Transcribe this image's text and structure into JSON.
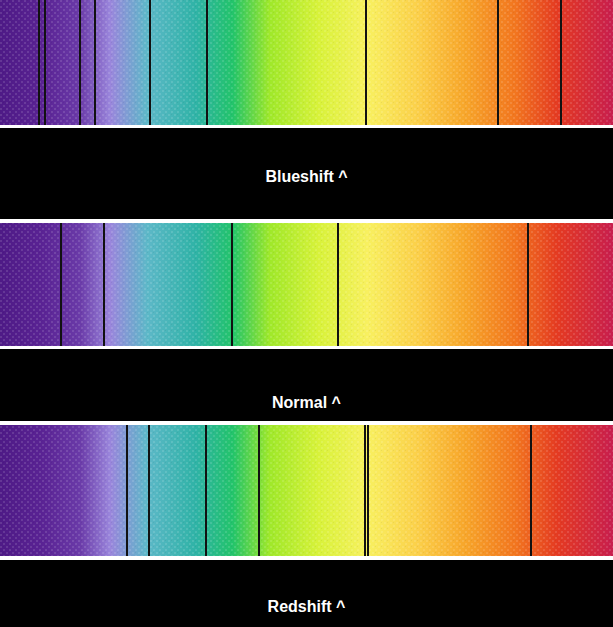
{
  "diagram": {
    "nodes": [
      {
        "text": [
          "Blueshift ^"
        ]
      },
      {
        "text": [
          "Normal ^"
        ]
      },
      {
        "text": [
          "Redshift ^"
        ]
      }
    ]
  }
}
